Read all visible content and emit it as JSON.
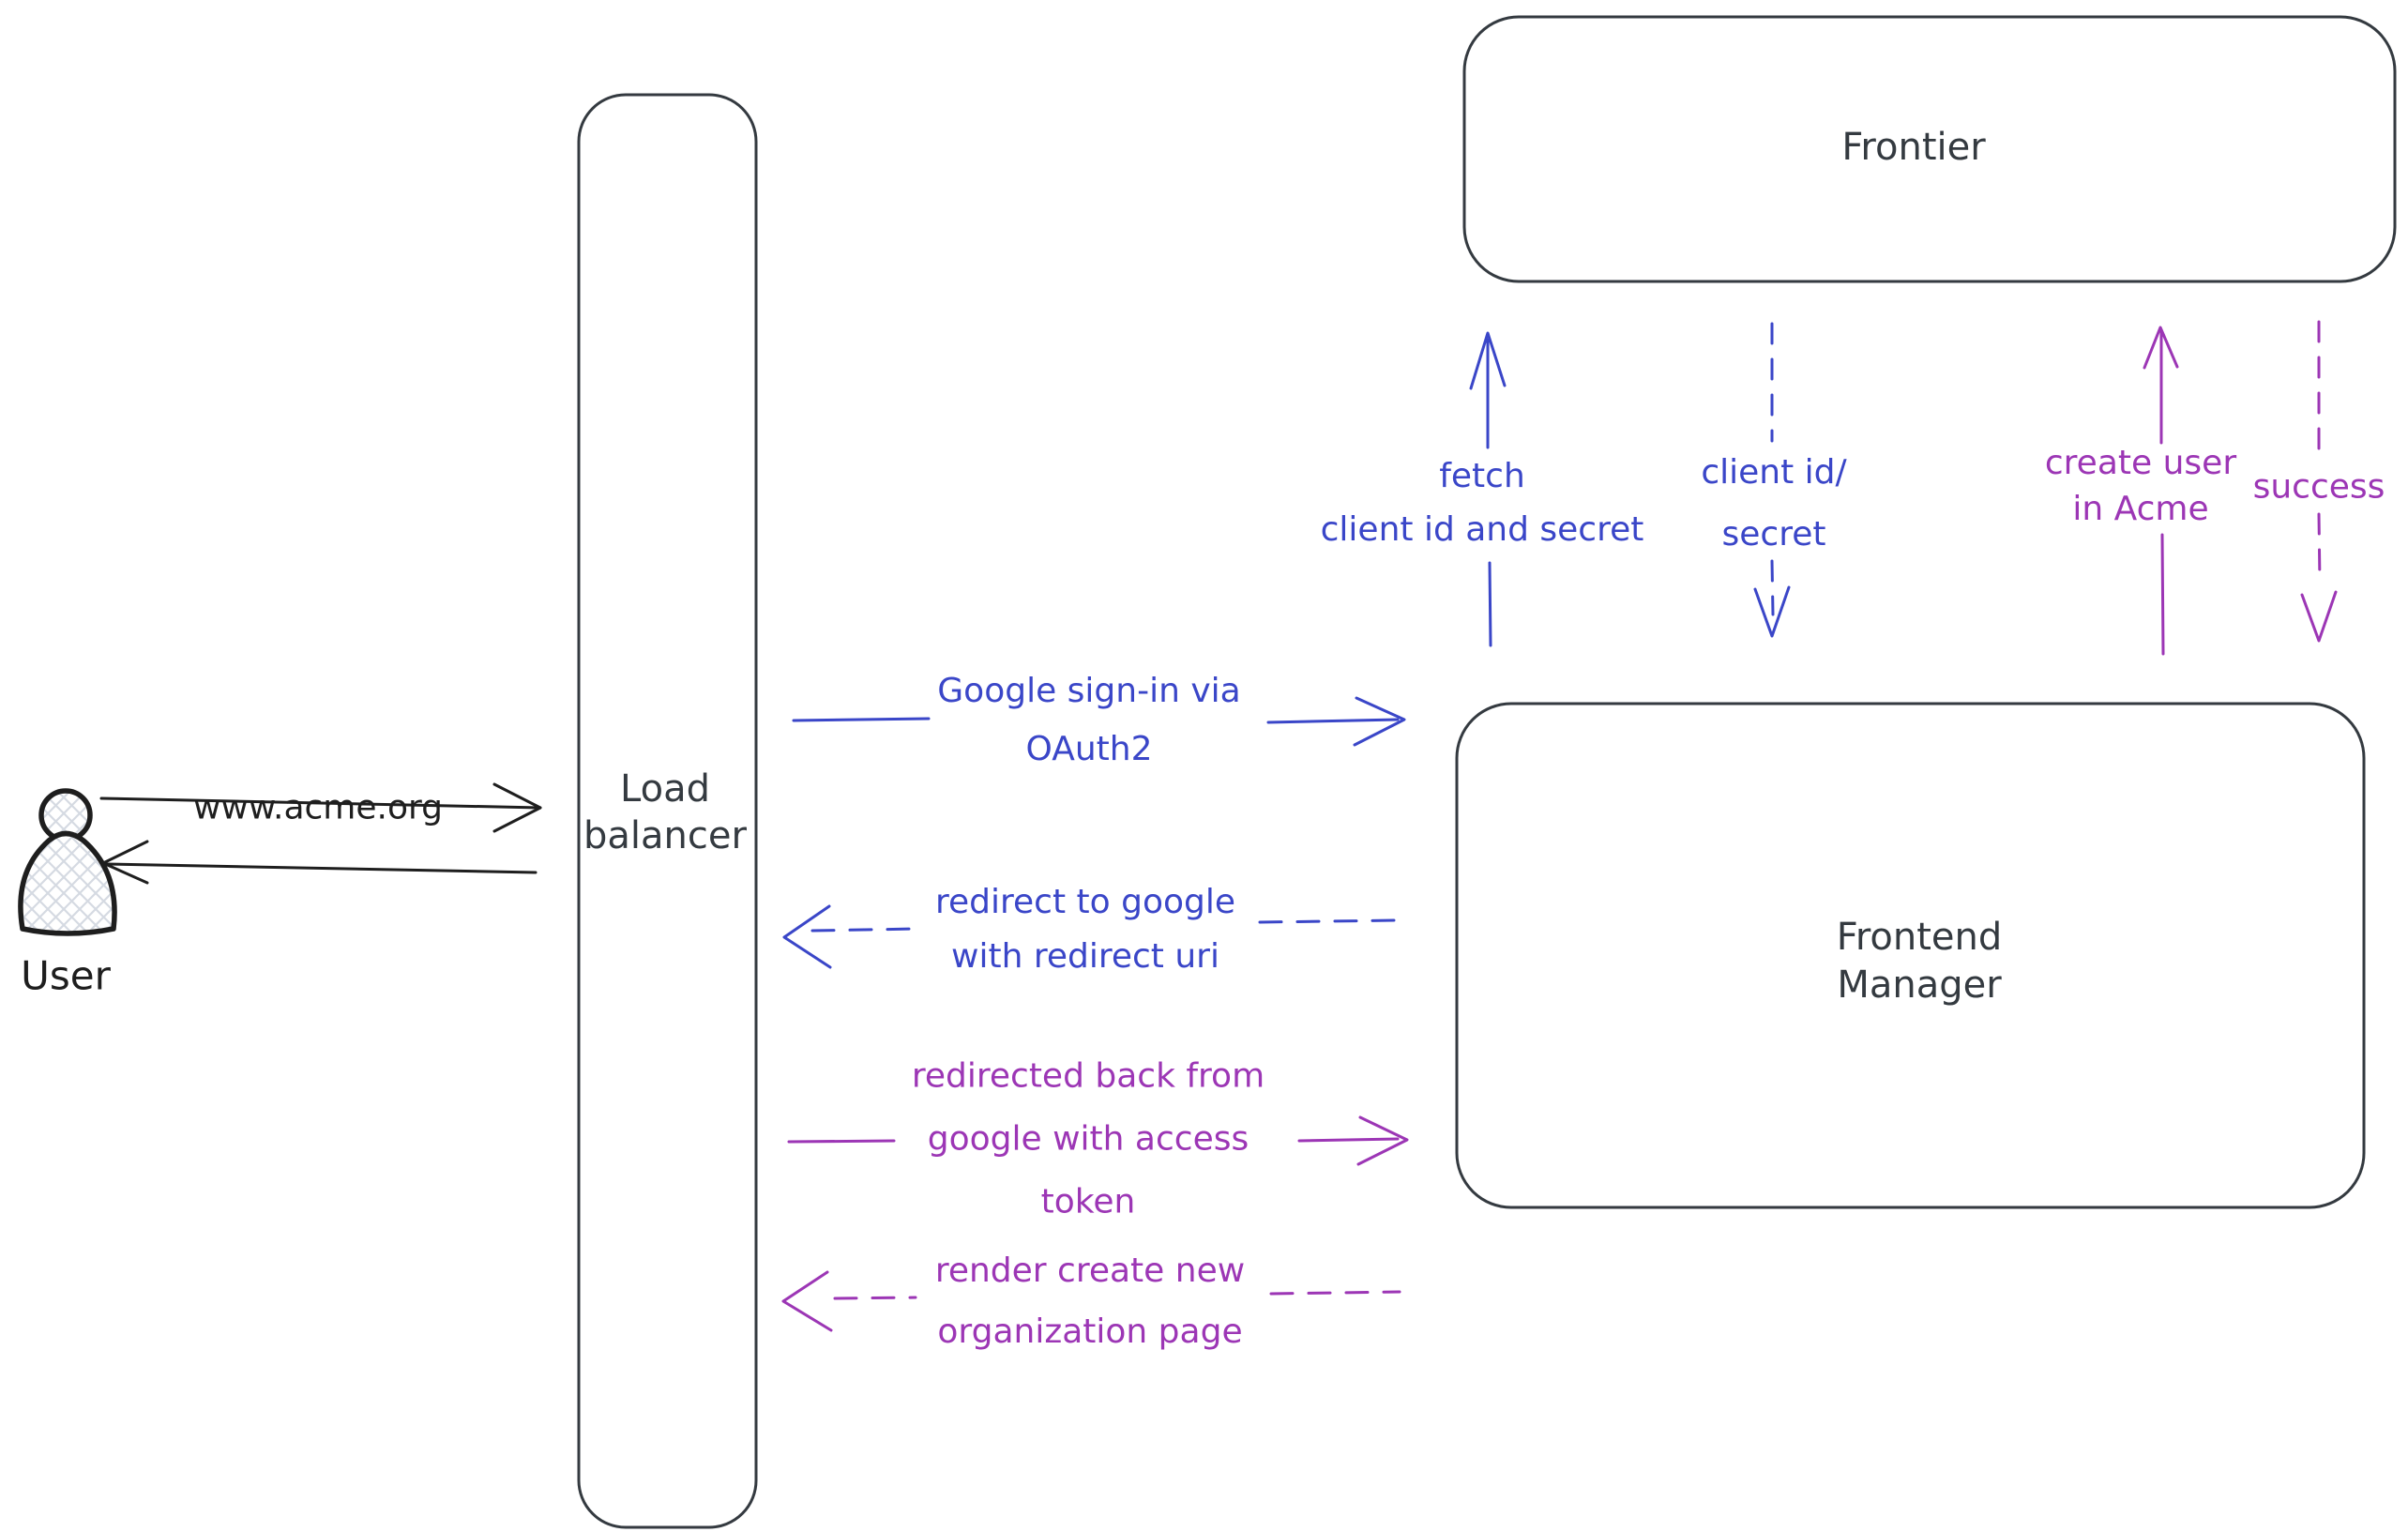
{
  "colors": {
    "ink": "#343a40",
    "dark": "#1e1e1e",
    "blue": "#3a46c8",
    "purple": "#9c36b5",
    "hatch": "#d5dae2",
    "background": "#ffffff"
  },
  "nodes": {
    "user": {
      "label": "User"
    },
    "load_balancer": {
      "lines": [
        "Load",
        "balancer"
      ]
    },
    "frontier": {
      "label": "Frontier"
    },
    "frontend_manager": {
      "lines": [
        "Frontend",
        "Manager"
      ]
    }
  },
  "edges": {
    "www_acme": {
      "label": "www.acme.org",
      "style": "solid",
      "color": "dark"
    },
    "google_signin": {
      "lines": [
        "Google sign-in via",
        "OAuth2"
      ],
      "style": "solid",
      "color": "blue"
    },
    "redirect_to_google": {
      "lines": [
        "redirect to google",
        "with redirect uri"
      ],
      "style": "dashed",
      "color": "blue"
    },
    "redirected_back": {
      "lines": [
        "redirected back from",
        "google with access",
        "token"
      ],
      "style": "solid",
      "color": "purple"
    },
    "render_page": {
      "lines": [
        "render create new",
        "organization page"
      ],
      "style": "dashed",
      "color": "purple"
    },
    "fetch_secret": {
      "lines": [
        "fetch",
        "client id and secret"
      ],
      "style": "solid",
      "color": "blue"
    },
    "client_id_secret": {
      "lines": [
        "client id/",
        "secret"
      ],
      "style": "dashed",
      "color": "blue"
    },
    "create_user": {
      "lines": [
        "create user",
        "in Acme"
      ],
      "style": "solid",
      "color": "purple"
    },
    "success": {
      "label": "success",
      "style": "dashed",
      "color": "purple"
    }
  }
}
